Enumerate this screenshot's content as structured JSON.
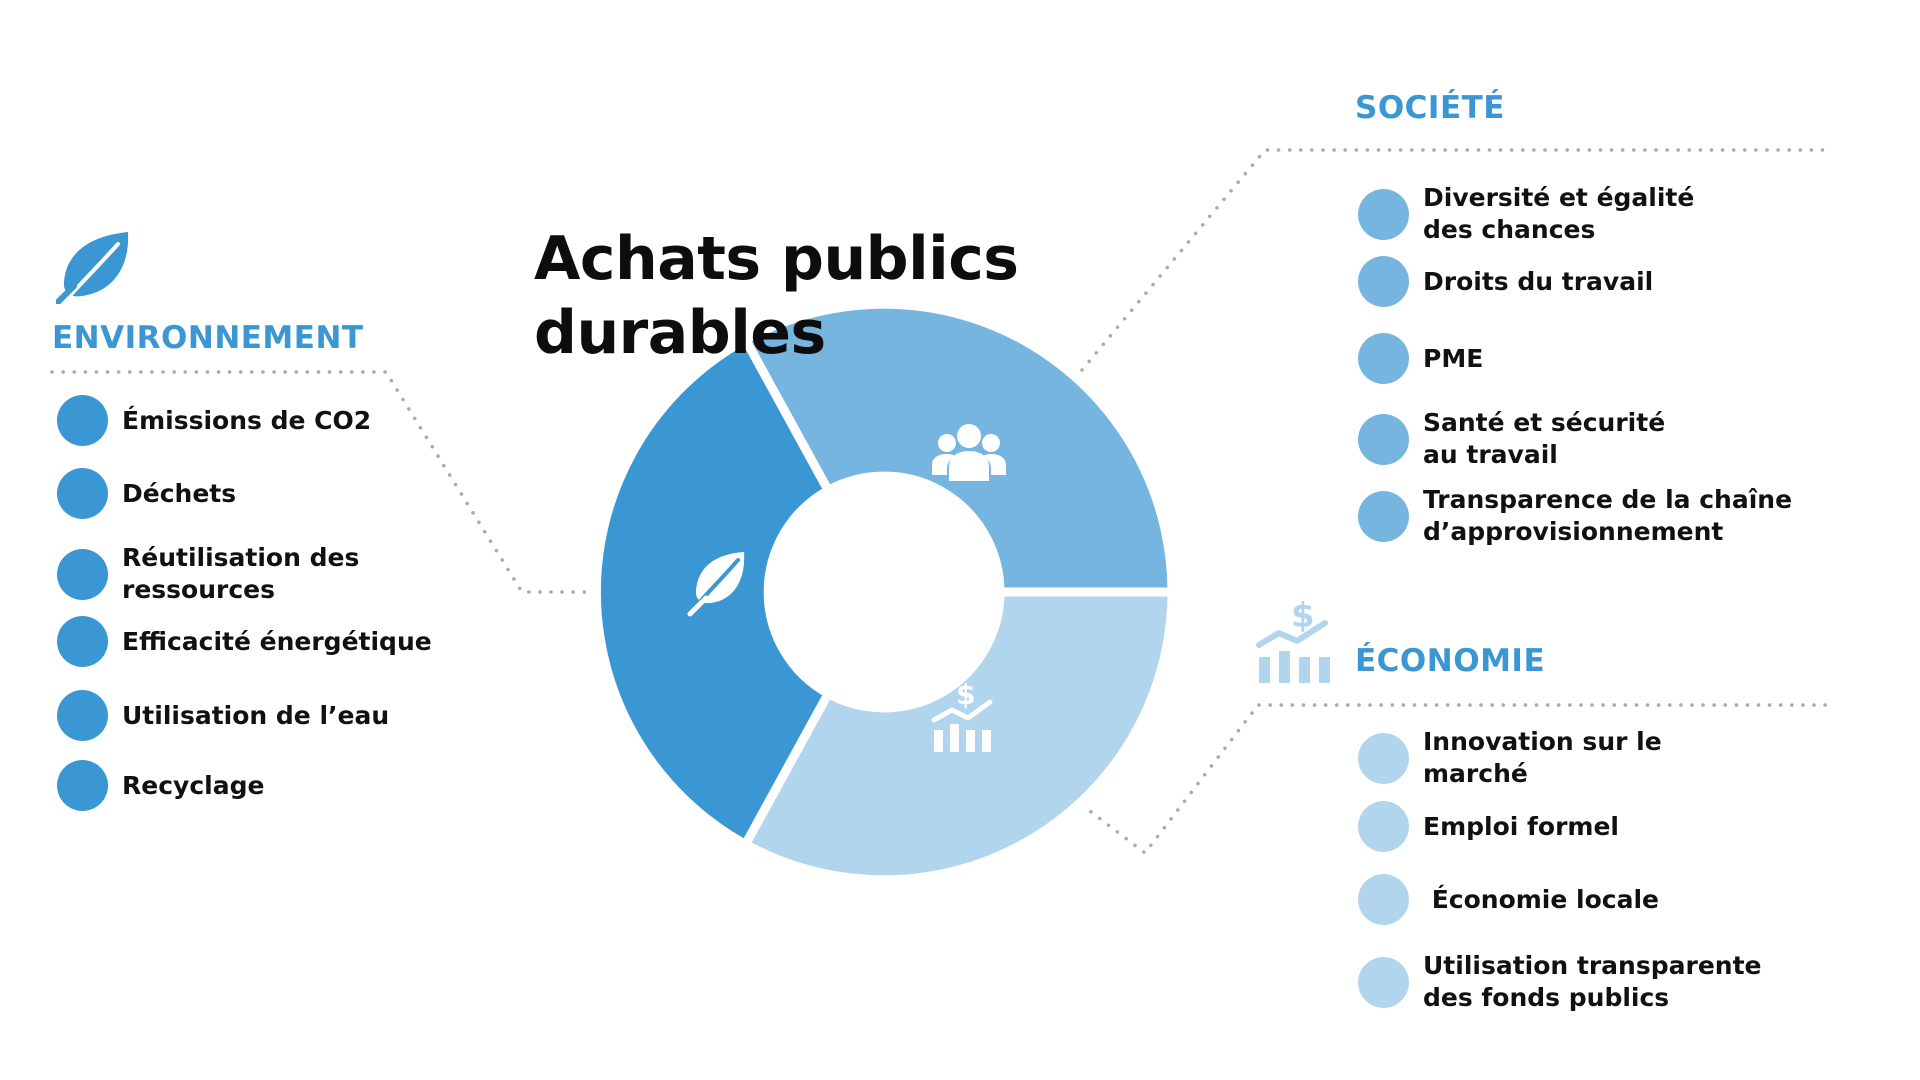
{
  "title": "Achats publics\ndurables",
  "colors": {
    "environnement": "#3b97d3",
    "societe": "#76b5e0",
    "economie": "#b1d5ed",
    "connector": "#aaaaaa"
  },
  "environnement": {
    "title": "ENVIRONNEMENT",
    "icon": "leaf-icon",
    "items": [
      "Émissions de CO2",
      "Déchets",
      "Réutilisation des\nressources",
      "Efficacité énergétique",
      "Utilisation de l’eau",
      "Recyclage"
    ]
  },
  "societe": {
    "title": "SOCIÉTÉ",
    "icon": "people-group-icon",
    "items": [
      "Diversité et égalité\ndes chances",
      "Droits du travail",
      "PME",
      "Santé et sécurité\nau travail",
      "Transparence de la chaîne\nd’approvisionnement"
    ]
  },
  "economie": {
    "title": "ÉCONOMIE",
    "icon": "dollar-chart-icon",
    "items": [
      "Innovation sur le\nmarché",
      "Emploi formel",
      " Économie locale",
      "Utilisation transparente\ndes fonds publics"
    ]
  }
}
